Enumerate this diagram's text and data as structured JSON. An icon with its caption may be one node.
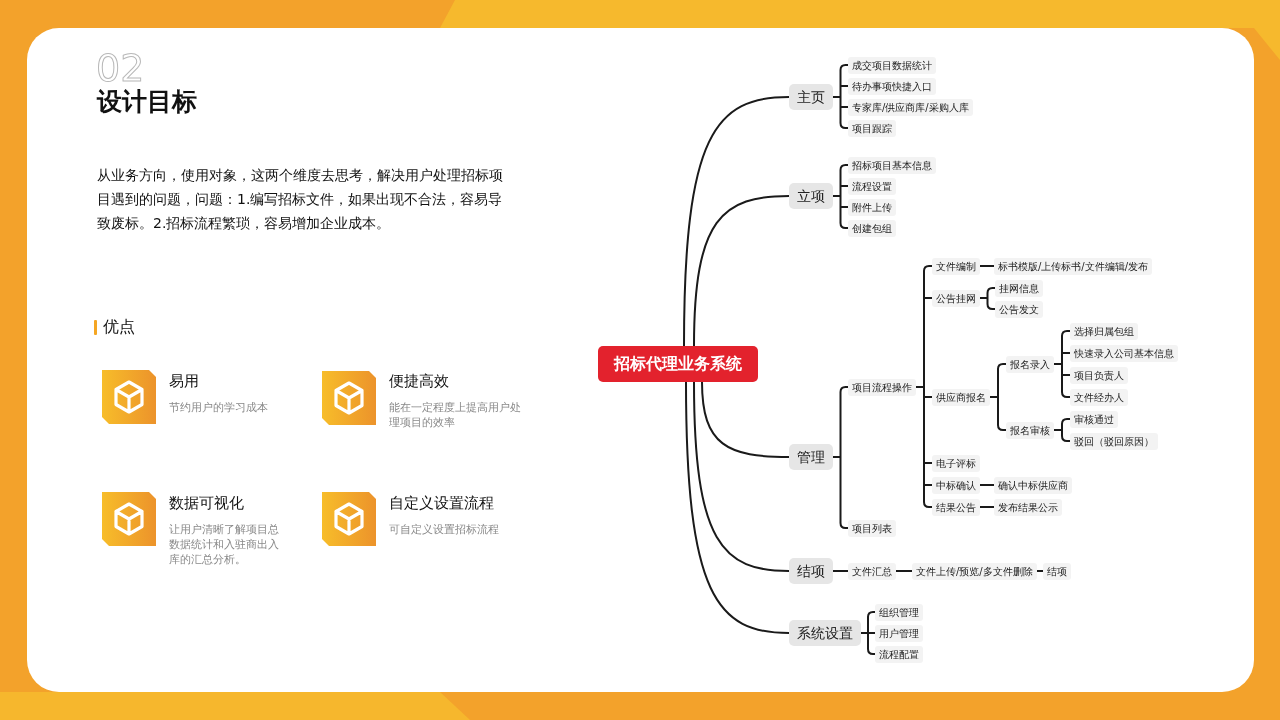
{
  "diagram": {
    "title": "设计目标",
    "nodes": [
      {
        "text": [
          "招标代理业务系统"
        ]
      },
      {
        "text": [
          "主页"
        ]
      },
      {
        "text": [
          "成交项目数据统计"
        ]
      },
      {
        "text": [
          "待办事项快捷入口"
        ]
      },
      {
        "text": [
          "专家库/供应商库/采购人库"
        ]
      },
      {
        "text": [
          "项目跟踪"
        ]
      },
      {
        "text": [
          "立项"
        ]
      },
      {
        "text": [
          "招标项目基本信息"
        ]
      },
      {
        "text": [
          "流程设置"
        ]
      },
      {
        "text": [
          "附件上传"
        ]
      },
      {
        "text": [
          "创建包组"
        ]
      },
      {
        "text": [
          "管理"
        ]
      },
      {
        "text": [
          "项目流程操作"
        ]
      },
      {
        "text": [
          "文件编制"
        ]
      },
      {
        "text": [
          "标书模版/上传标书/文件编辑/发布"
        ]
      },
      {
        "text": [
          "公告挂网"
        ]
      },
      {
        "text": [
          "挂网信息"
        ]
      },
      {
        "text": [
          "公告发文"
        ]
      },
      {
        "text": [
          "供应商报名"
        ]
      },
      {
        "text": [
          "报名录入"
        ]
      },
      {
        "text": [
          "选择归属包组"
        ]
      },
      {
        "text": [
          "快速录入公司基本信息"
        ]
      },
      {
        "text": [
          "项目负责人"
        ]
      },
      {
        "text": [
          "文件经办人"
        ]
      },
      {
        "text": [
          "报名审核"
        ]
      },
      {
        "text": [
          "审核通过"
        ]
      },
      {
        "text": [
          "驳回（驳回原因）"
        ]
      },
      {
        "text": [
          "电子评标"
        ]
      },
      {
        "text": [
          "中标确认"
        ]
      },
      {
        "text": [
          "确认中标供应商"
        ]
      },
      {
        "text": [
          "结果公告"
        ]
      },
      {
        "text": [
          "发布结果公示"
        ]
      },
      {
        "text": [
          "项目列表"
        ]
      },
      {
        "text": [
          "结项"
        ]
      },
      {
        "text": [
          "文件汇总"
        ]
      },
      {
        "text": [
          "文件上传/预览/多文件删除"
        ]
      },
      {
        "text": [
          "结项"
        ]
      },
      {
        "text": [
          "系统设置"
        ]
      },
      {
        "text": [
          "组织管理"
        ]
      },
      {
        "text": [
          "用户管理"
        ]
      },
      {
        "text": [
          "流程配置"
        ]
      }
    ],
    "edges": [
      {
        "from": 0,
        "to": 1,
        "arrow": "none"
      },
      {
        "from": 1,
        "to": 2,
        "arrow": "none"
      },
      {
        "from": 1,
        "to": 3,
        "arrow": "none"
      },
      {
        "from": 1,
        "to": 4,
        "arrow": "none"
      },
      {
        "from": 1,
        "to": 5,
        "arrow": "none"
      },
      {
        "from": 0,
        "to": 6,
        "arrow": "none"
      },
      {
        "from": 6,
        "to": 7,
        "arrow": "none"
      },
      {
        "from": 6,
        "to": 8,
        "arrow": "none"
      },
      {
        "from": 6,
        "to": 9,
        "arrow": "none"
      },
      {
        "from": 6,
        "to": 10,
        "arrow": "none"
      },
      {
        "from": 0,
        "to": 11,
        "arrow": "none"
      },
      {
        "from": 11,
        "to": 12,
        "arrow": "none"
      },
      {
        "from": 12,
        "to": 13,
        "arrow": "none"
      },
      {
        "from": 13,
        "to": 14,
        "arrow": "none"
      },
      {
        "from": 12,
        "to": 15,
        "arrow": "none"
      },
      {
        "from": 15,
        "to": 16,
        "arrow": "none"
      },
      {
        "from": 15,
        "to": 17,
        "arrow": "none"
      },
      {
        "from": 12,
        "to": 18,
        "arrow": "none"
      },
      {
        "from": 18,
        "to": 19,
        "arrow": "none"
      },
      {
        "from": 19,
        "to": 20,
        "arrow": "none"
      },
      {
        "from": 19,
        "to": 21,
        "arrow": "none"
      },
      {
        "from": 19,
        "to": 22,
        "arrow": "none"
      },
      {
        "from": 19,
        "to": 23,
        "arrow": "none"
      },
      {
        "from": 18,
        "to": 24,
        "arrow": "none"
      },
      {
        "from": 24,
        "to": 25,
        "arrow": "none"
      },
      {
        "from": 24,
        "to": 26,
        "arrow": "none"
      },
      {
        "from": 12,
        "to": 27,
        "arrow": "none"
      },
      {
        "from": 12,
        "to": 28,
        "arrow": "none"
      },
      {
        "from": 28,
        "to": 29,
        "arrow": "none"
      },
      {
        "from": 12,
        "to": 30,
        "arrow": "none"
      },
      {
        "from": 30,
        "to": 31,
        "arrow": "none"
      },
      {
        "from": 11,
        "to": 32,
        "arrow": "none"
      },
      {
        "from": 0,
        "to": 33,
        "arrow": "none"
      },
      {
        "from": 33,
        "to": 34,
        "arrow": "none"
      },
      {
        "from": 34,
        "to": 35,
        "arrow": "none"
      },
      {
        "from": 35,
        "to": 36,
        "arrow": "none"
      },
      {
        "from": 0,
        "to": 37,
        "arrow": "none"
      },
      {
        "from": 37,
        "to": 38,
        "arrow": "none"
      },
      {
        "from": 37,
        "to": 39,
        "arrow": "none"
      },
      {
        "from": 37,
        "to": 40,
        "arrow": "none"
      }
    ],
    "labels": [
      "02",
      "从业务方向，使用对象，这两个维度去思考，解决用户处理招标项目遇到的问题，问题：1.编写招标文件，如果出现不合法，容易导致废标。2.招标流程繁琐，容易增加企业成本。",
      "优点",
      "易用",
      "节约用户的学习成本",
      "便捷高效",
      "能在一定程度上提高用户处理项目的效率",
      "数据可视化",
      "让用户清晰了解项目总数据统计和入驻商出入库的汇总分析。",
      "自定义设置流程",
      "可自定义设置招标流程"
    ]
  }
}
